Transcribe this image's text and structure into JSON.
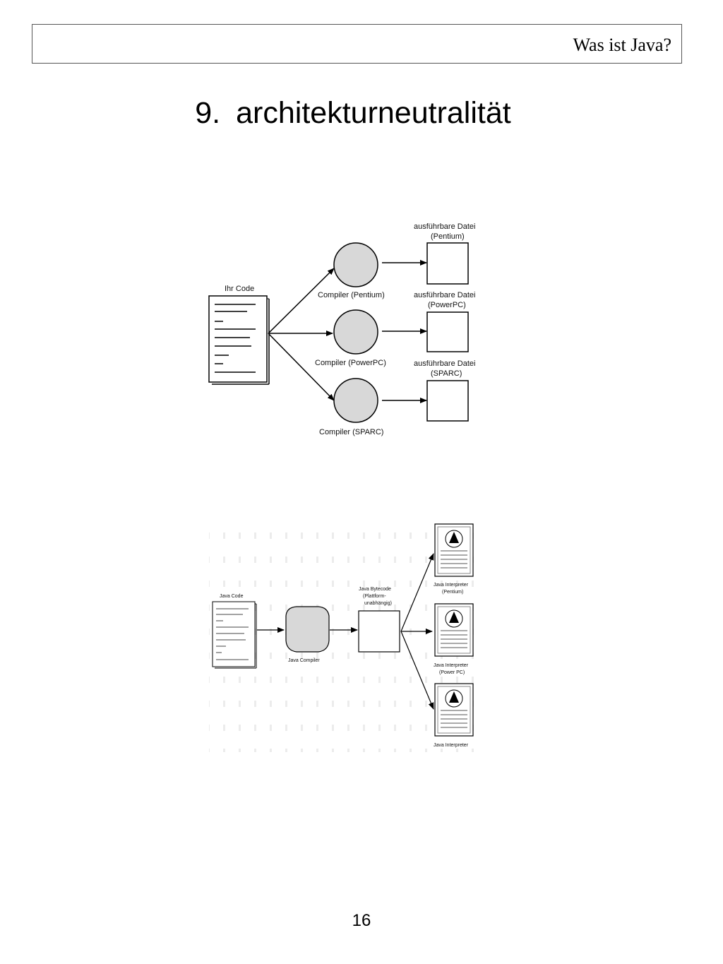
{
  "header": {
    "text": "Was ist Java?"
  },
  "title": {
    "number": "9.",
    "text": "architekturneutralität"
  },
  "diagram_native": {
    "source_label": "Ihr Code",
    "compilers": [
      "Compiler (Pentium)",
      "Compiler (PowerPC)",
      "Compiler (SPARC)"
    ],
    "outputs": [
      {
        "line1": "ausführbare Datei",
        "line2": "(Pentium)"
      },
      {
        "line1": "ausführbare Datei",
        "line2": "(PowerPC)"
      },
      {
        "line1": "ausführbare Datei",
        "line2": "(SPARC)"
      }
    ]
  },
  "diagram_java": {
    "source_label": "Java Code",
    "compiler_label": "Java Compiler",
    "bytecode_lines": [
      "Java Bytecode",
      "(Plattform-",
      "unabhängig)"
    ],
    "interpreters": [
      {
        "line1": "Java Interpreter",
        "line2": "(Pentium)"
      },
      {
        "line1": "Java Interpreter",
        "line2": "(Power PC)"
      },
      {
        "line1": "Java Interpreter",
        "line2": ""
      }
    ]
  },
  "footer": {
    "page_number": "16"
  }
}
